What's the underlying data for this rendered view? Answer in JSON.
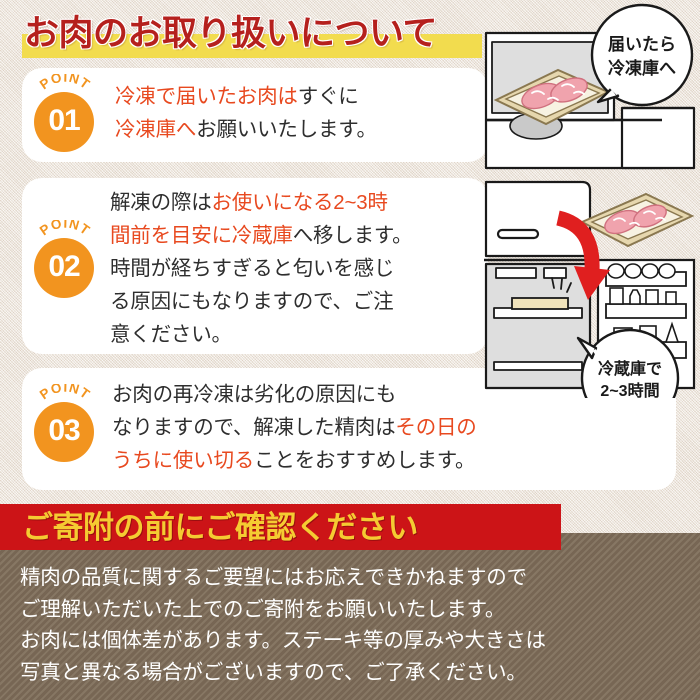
{
  "page": {
    "title": "お肉のお取り扱いについて",
    "background_color": "#f0e8de"
  },
  "colors": {
    "title_red": "#b5201d",
    "title_highlight_yellow": "#f2dc4e",
    "badge_orange": "#f2941f",
    "highlight_orange": "#e8491f",
    "banner_red": "#cc1417",
    "banner_yellow": "#f5cb32",
    "footer_brown": "#7d6c58",
    "card_white": "#ffffff",
    "body_text": "#2e2e2e"
  },
  "points": [
    {
      "label": "POINT",
      "number": "01",
      "lines": [
        [
          {
            "text": "冷凍で届いたお肉は",
            "highlight": true
          },
          {
            "text": "すぐに",
            "highlight": false
          }
        ],
        [
          {
            "text": "冷凍庫へ",
            "highlight": true
          },
          {
            "text": "お願いいたします。",
            "highlight": false
          }
        ]
      ]
    },
    {
      "label": "POINT",
      "number": "02",
      "lines": [
        [
          {
            "text": "解凍の際は",
            "highlight": false
          },
          {
            "text": "お使いになる2~3時",
            "highlight": true
          }
        ],
        [
          {
            "text": "間前を目安に冷蔵庫",
            "highlight": true
          },
          {
            "text": "へ移します。",
            "highlight": false
          }
        ],
        [
          {
            "text": "時間が経ちすぎると匂いを感じ",
            "highlight": false
          }
        ],
        [
          {
            "text": "る原因にもなりますので、ご注",
            "highlight": false
          }
        ],
        [
          {
            "text": "意ください。",
            "highlight": false
          }
        ]
      ]
    },
    {
      "label": "POINT",
      "number": "03",
      "lines": [
        [
          {
            "text": "お肉の再冷凍は劣化の原因にも",
            "highlight": false
          }
        ],
        [
          {
            "text": "なりますので、解凍した精肉は",
            "highlight": false
          },
          {
            "text": "その日の",
            "highlight": true
          }
        ],
        [
          {
            "text": "うちに使い切る",
            "highlight": true
          },
          {
            "text": "ことをおすすめします。",
            "highlight": false
          }
        ]
      ]
    }
  ],
  "illustrations": [
    {
      "name": "freezer-drawer-with-meat",
      "bubble_lines": [
        "届いたら",
        "冷凍庫へ"
      ]
    },
    {
      "name": "refrigerator-transfer-arrow",
      "bubble_lines": [
        "冷蔵庫で",
        "2~3時間"
      ]
    }
  ],
  "notice": {
    "banner_title": "ご寄附の前にご確認ください",
    "body_lines": [
      "精肉の品質に関するご要望にはお応えできかねますので",
      "ご理解いただいた上でのご寄附をお願いいたします。",
      "お肉には個体差があります。ステーキ等の厚みや大きさは",
      "写真と異なる場合がございますので、ご了承ください。"
    ]
  }
}
